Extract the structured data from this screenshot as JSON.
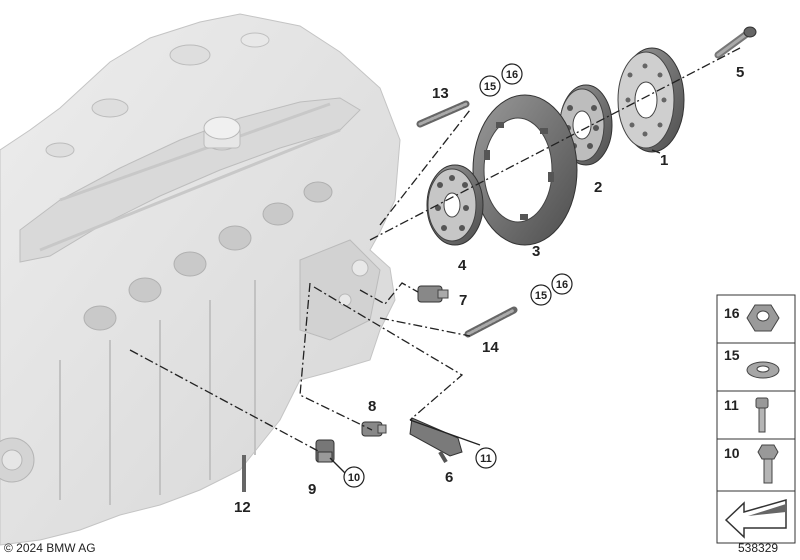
{
  "callouts": {
    "c1": "1",
    "c2": "2",
    "c3": "3",
    "c4": "4",
    "c5": "5",
    "c6": "6",
    "c7": "7",
    "c8": "8",
    "c9": "9",
    "c10": "10",
    "c11": "11",
    "c12": "12",
    "c13": "13",
    "c14": "14",
    "c15a": "15",
    "c16a": "16",
    "c15b": "15",
    "c16b": "16"
  },
  "legend": [
    "16",
    "15",
    "11",
    "10"
  ],
  "footer": {
    "copyright": "© 2024 BMW AG",
    "diagram_number": "538329"
  },
  "colors": {
    "engine_fill": "#e4e4e4",
    "engine_shade": "#cfcfcf",
    "part_dark": "#5a5a5a",
    "part_mid": "#8a8a8a",
    "part_light": "#b9b9b9"
  }
}
